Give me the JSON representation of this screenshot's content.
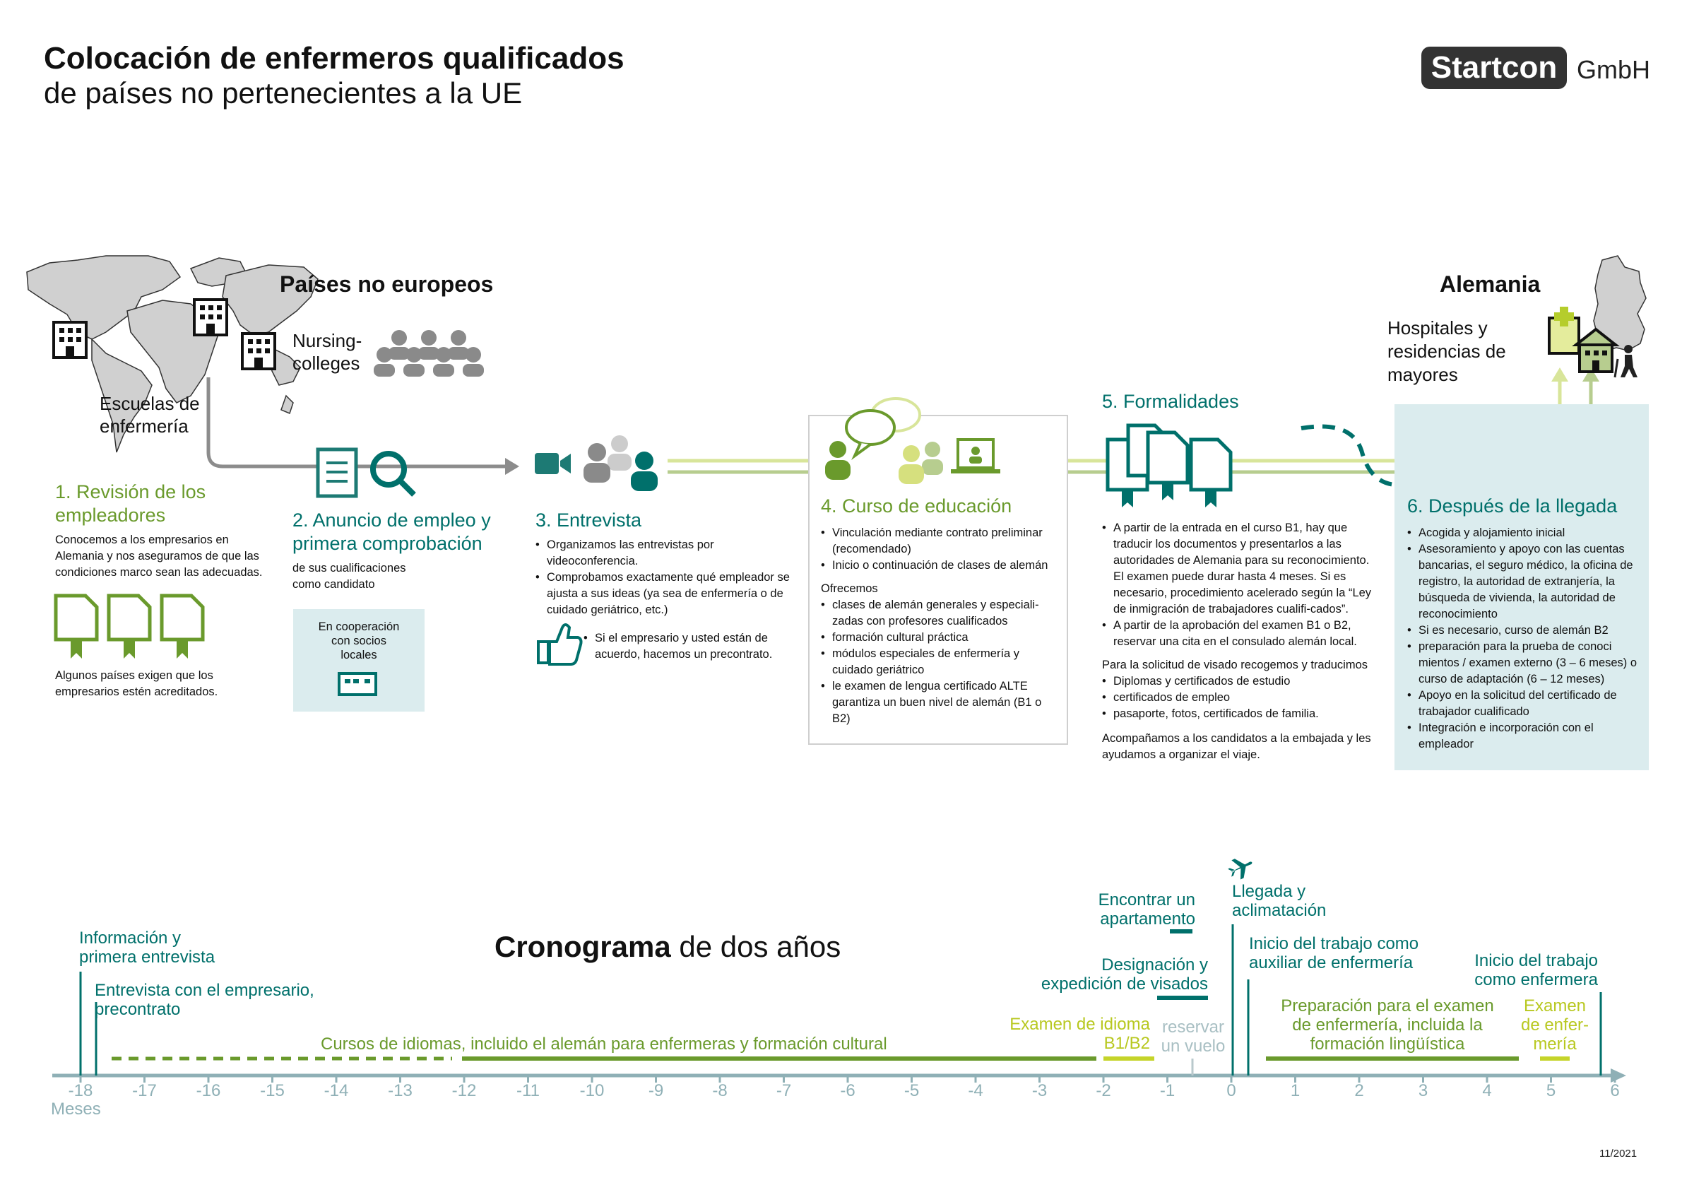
{
  "header": {
    "title": "Colocación de enfermeros qualificados",
    "subtitle": "de países no pertenecientes a la UE",
    "logo_main": "Startcon",
    "logo_suffix": "GmbH",
    "date": "11/2021"
  },
  "colors": {
    "teal": "#00706b",
    "green": "#6a9a2c",
    "lime": "#c5d42a",
    "light_blue_box": "#dbecee",
    "timeline_grey": "#8fb0b6"
  },
  "left_region": {
    "title": "Países no europeos",
    "nursing_colleges": "Nursing-\ncolleges",
    "nursing_schools": "Escuelas de\nenfermería"
  },
  "right_region": {
    "title": "Alemania",
    "hospitals": "Hospitales y\nresidencias de\nmayores"
  },
  "steps": {
    "s1": {
      "title": "1. Revisión de los\nempleadores",
      "text": "Conocemos a los empresarios en Alemania y nos aseguramos de que las condiciones marco sean las adecuadas.",
      "note": "Algunos países exigen que los empresarios estén acreditados."
    },
    "s2": {
      "title": "2. Anuncio de empleo y\nprimera comprobación",
      "text": "de sus cualificaciones\ncomo candidato",
      "box": "En cooperación\ncon socios\nlocales"
    },
    "s3": {
      "title": "3. Entrevista",
      "items": [
        "Organizamos las entrevistas por videoconferencia.",
        "Comprobamos exactamente qué empleador se ajusta a sus ideas (ya sea de enfermería o de cuidado geriátrico, etc.)"
      ],
      "thumb": "Si el empresario y usted están de acuerdo, hacemos un precontrato."
    },
    "s4": {
      "title": "4. Curso de educación",
      "items": [
        "Vinculación mediante contrato preliminar (recomendado)",
        "Inicio o continuación de clases de alemán"
      ],
      "offer_title": "Ofrecemos",
      "offers": [
        "clases de alemán generales y especiali-zadas con profesores cualificados",
        "formación cultural práctica",
        "módulos especiales de enfermería y cuidado geriátrico",
        "le examen de lengua certificado ALTE garantiza un buen nivel de alemán (B1 o B2)"
      ]
    },
    "s5": {
      "title": "5. Formalidades",
      "items": [
        "A partir de la entrada en el curso B1, hay que traducir los documentos y presentarlos a las autoridades de Alemania para su reconocimiento. El examen puede durar hasta 4 meses. Si es necesario, procedimiento acelerado según la “Ley de inmigración de trabajadores cualifi-cados”.",
        "A partir de la aprobación del examen B1 o B2, reservar una cita en el consulado alemán local."
      ],
      "visa_title": "Para la solicitud de visado recogemos y traducimos",
      "visa_items": [
        "Diplomas y certificados de estudio",
        "certificados de empleo",
        "pasaporte, fotos, certificados de familia."
      ],
      "closing": "Acompañamos a los candidatos a la embajada y les ayudamos a organizar el viaje."
    },
    "s6": {
      "title": "6. Después de la llegada",
      "items": [
        "Acogida y alojamiento inicial",
        "Asesoramiento y apoyo con las cuentas bancarias, el seguro médico, la oficina de registro, la autoridad de extranjería, la búsqueda de vivienda, la autoridad de reconocimiento",
        "Si es necesario, curso de alemán B2",
        "preparación para la prueba de conoci mientos / examen externo (3 – 6 meses) o curso de adaptación (6 – 12 meses)",
        "Apoyo en la solicitud del certificado de trabajador cualificado",
        "Integración e incorporación con el empleador"
      ]
    }
  },
  "timeline": {
    "title_bold": "Cronograma",
    "title_rest": " de dos años",
    "unit_label": "Meses",
    "ticks": [
      "-18",
      "-17",
      "-16",
      "-15",
      "-14",
      "-13",
      "-12",
      "-11",
      "-10",
      "-9",
      "-8",
      "-7",
      "-6",
      "-5",
      "-4",
      "-3",
      "-2",
      "-1",
      "0",
      "1",
      "2",
      "3",
      "4",
      "5",
      "6"
    ],
    "labels": {
      "info": "Información y\nprimera entrevista",
      "interview": "Entrevista con el empresario,\nprecontrato",
      "courses": "Cursos de idiomas, incluido el alemán para enfermeras y formación cultural",
      "exam_lang": "Examen de idioma\nB1/B2",
      "flight": "reservar\nun vuelo",
      "visa": "Designación y\nexpedición de visados",
      "apartment": "Encontrar un\napartamento",
      "arrival": "Llegada y\naclimatación",
      "aux": "Inicio del trabajo como\nauxiliar de enfermería",
      "prep": "Preparación para el examen\nde enfermería, incluida la\nformación lingüística",
      "exam_nurse": "Examen\nde enfer-\nmería",
      "nurse": "Inicio del trabajo\ncomo enfermera"
    }
  }
}
